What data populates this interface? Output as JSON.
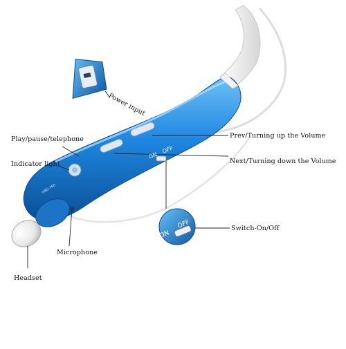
{
  "labels": {
    "power_input": "Power input",
    "play_pause": "Play/pause/telephone",
    "indicator_light": "Indicator light",
    "microphone": "Microphone",
    "headset": "Headset",
    "prev_volume_up": "Prev/Turning up the Volume",
    "next_volume_down": "Next/Turning down the Volume",
    "switch_on_off": "Switch-On/Off"
  },
  "device_text": {
    "switch_on": "ON",
    "switch_off": "OFF",
    "zoom_on": "ON",
    "zoom_off": "OFF",
    "brand": "HBS-760"
  },
  "colors": {
    "body_blue": "#1e7ed8",
    "body_dark": "#0e5ea8",
    "body_light": "#5bb2f0",
    "cable": "#f2f2f2",
    "leader_line": "#222222"
  }
}
